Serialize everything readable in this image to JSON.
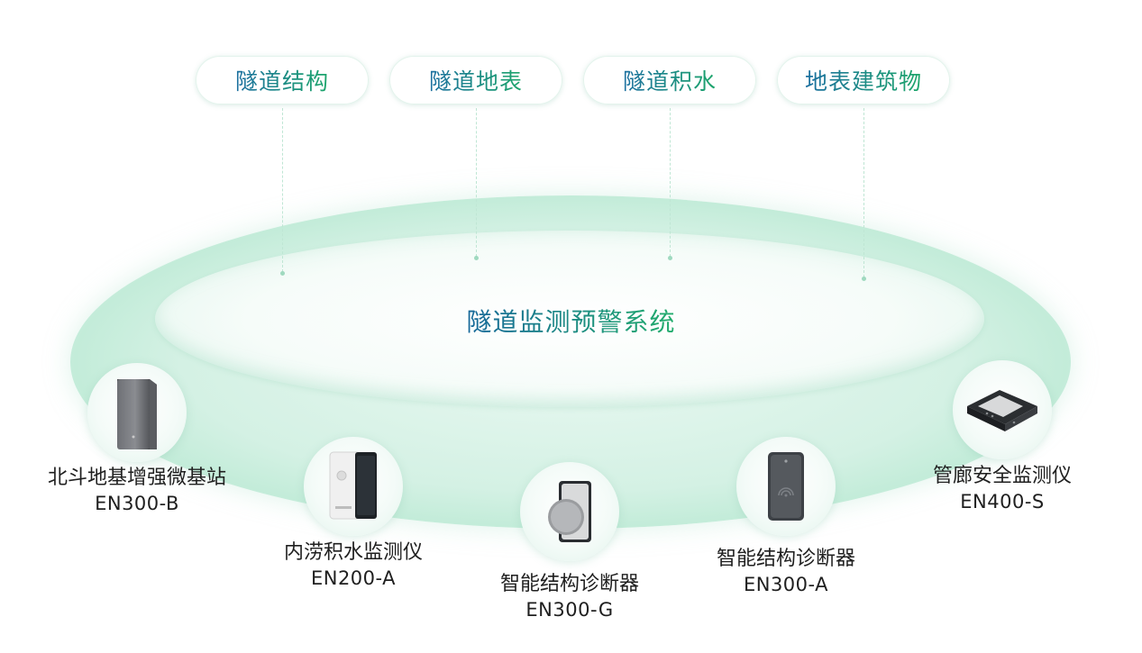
{
  "categories": [
    {
      "label": "隧道结构"
    },
    {
      "label": "隧道地表"
    },
    {
      "label": "隧道积水"
    },
    {
      "label": "地表建筑物"
    }
  ],
  "system_title": "隧道监测预警系统",
  "devices": [
    {
      "name": "北斗地基增强微基站",
      "model": "EN300-B",
      "icon": "base-station-box-icon"
    },
    {
      "name": "内涝积水监测仪",
      "model": "EN200-A",
      "icon": "waterlogging-sensor-icon"
    },
    {
      "name": "智能结构诊断器",
      "model": "EN300-G",
      "icon": "structure-diagnostic-round-icon"
    },
    {
      "name": "智能结构诊断器",
      "model": "EN300-A",
      "icon": "structure-diagnostic-nfc-icon"
    },
    {
      "name": "管廊安全监测仪",
      "model": "EN400-S",
      "icon": "pipe-gallery-monitor-icon"
    }
  ],
  "colors": {
    "title_gradient_start": "#1b6fa0",
    "title_gradient_end": "#1da66b",
    "ring": "#d4f1e4"
  }
}
